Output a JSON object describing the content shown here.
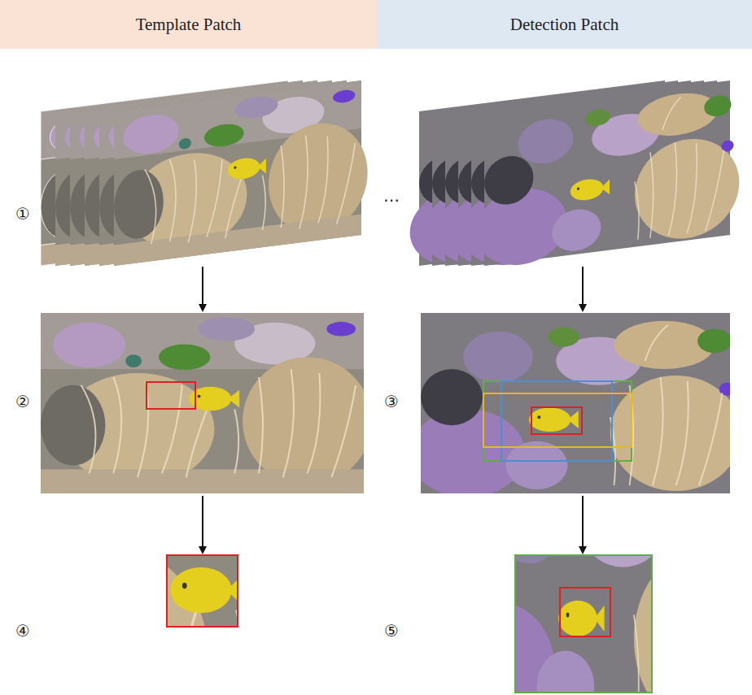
{
  "diagram": {
    "nodes": [
      {
        "text": [
          "Template Patch"
        ]
      },
      {
        "text": [
          "Detection Patch"
        ]
      }
    ],
    "labels": [
      "①",
      "…",
      "②",
      "③",
      "④",
      "⑤"
    ]
  }
}
